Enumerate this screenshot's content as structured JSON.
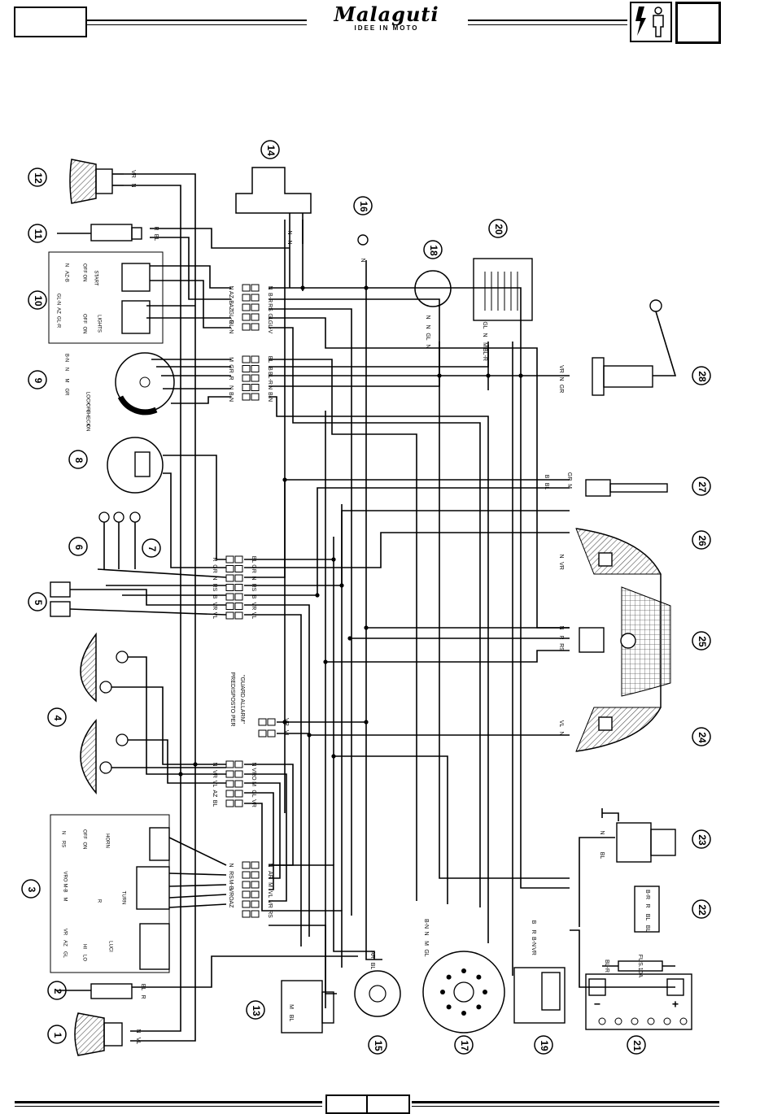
{
  "header": {
    "logo_text": "Malaguti",
    "logo_subtitle": "IDEE IN MOTO",
    "icon": "electric-man-icon"
  },
  "components": [
    {
      "num": "1"
    },
    {
      "num": "2"
    },
    {
      "num": "3"
    },
    {
      "num": "4"
    },
    {
      "num": "5"
    },
    {
      "num": "6"
    },
    {
      "num": "7"
    },
    {
      "num": "8"
    },
    {
      "num": "9"
    },
    {
      "num": "10"
    },
    {
      "num": "11"
    },
    {
      "num": "12"
    },
    {
      "num": "13"
    },
    {
      "num": "14"
    },
    {
      "num": "15"
    },
    {
      "num": "16"
    },
    {
      "num": "17"
    },
    {
      "num": "18"
    },
    {
      "num": "19"
    },
    {
      "num": "20"
    },
    {
      "num": "21"
    },
    {
      "num": "22"
    },
    {
      "num": "23"
    },
    {
      "num": "24"
    },
    {
      "num": "25"
    },
    {
      "num": "26"
    },
    {
      "num": "27"
    },
    {
      "num": "28"
    }
  ],
  "switch_tables": {
    "start": {
      "title": "START",
      "rows": [
        "OFF",
        "ON"
      ],
      "cols": [
        "N",
        "AZ-B"
      ]
    },
    "lights": {
      "title": "LIGHTS",
      "rows": [
        "OFF",
        "ON"
      ],
      "cols": [
        "GL-N",
        "AZ",
        "GL-R"
      ]
    },
    "key": {
      "rows": [
        "LOCK",
        "OFF",
        "CHECK",
        "ON"
      ],
      "cols": [
        "B-N",
        "N",
        "M",
        "GR"
      ]
    },
    "horn": {
      "title": "HORN",
      "rows": [
        "OFF",
        "ON"
      ],
      "cols": [
        "N",
        "RS"
      ]
    },
    "turn": {
      "title": "TURN",
      "rows": [
        "",
        "R"
      ],
      "cols": [
        "VRO",
        "M-B",
        "M"
      ]
    },
    "luci": {
      "title": "LUCI",
      "rows": [
        "HI",
        "LO"
      ],
      "cols": [
        "VR",
        "AZ",
        "GL"
      ]
    }
  },
  "connectors": {
    "c10": [
      "N",
      "AZ-B",
      "AZ",
      "GL-R",
      "GL-N"
    ],
    "c10_right": [
      "N",
      "B-R",
      "RS",
      "GL",
      "GL-V"
    ],
    "c9": [
      "M",
      "GR",
      "R",
      "N",
      "B-N"
    ],
    "c9_right": [
      "BL",
      "B",
      "BL-R",
      "N",
      "B-N"
    ],
    "c7": [
      "R",
      "GR",
      "N",
      "RS",
      "B",
      "VR",
      "VL"
    ],
    "c7_right": [
      "BL",
      "GR",
      "N",
      "RS",
      "B",
      "VR",
      "VL"
    ],
    "c4": [
      "N",
      "VR",
      "VL",
      "AZ",
      "BL"
    ],
    "c4_right": [
      "N",
      "VRO",
      "M",
      "GL",
      "VR"
    ],
    "c3": [
      "N",
      "RS",
      "M-B",
      "VRO",
      "AZ"
    ],
    "c3_right": [
      "N",
      "AR",
      "M",
      "VL",
      "VR",
      "RS"
    ],
    "c14": [
      "N",
      "N"
    ],
    "c18": [
      "N",
      "N",
      "GL",
      "N"
    ],
    "c20": [
      "GL",
      "N",
      "M",
      "BL-R"
    ],
    "c28": [
      "VR",
      "N",
      "GR"
    ],
    "c27": [
      "B",
      "BL",
      "GR",
      "M"
    ],
    "c26": [
      "N",
      "VR"
    ],
    "c25": [
      "N",
      "R",
      "RS"
    ],
    "c24": [
      "VL",
      "N"
    ],
    "c12": [
      "VR",
      "N"
    ],
    "c11": [
      "R",
      "BL"
    ],
    "c2": [
      "BL",
      "R"
    ],
    "c1": [
      "N",
      "VL"
    ],
    "c13": [
      "M",
      "BL"
    ],
    "c15": [
      "AR",
      "BL"
    ],
    "c17": [
      "B-N",
      "N",
      "M",
      "GL"
    ],
    "c19": [
      "B",
      "R",
      "B-N",
      "VR"
    ],
    "c22": [
      "B-R",
      "R",
      "BL",
      "BL"
    ],
    "c21": [
      "BL-R"
    ],
    "c23": [
      "N",
      "BL"
    ],
    "c16": [
      "N"
    ],
    "alarm": [
      "VR",
      "VL"
    ]
  },
  "fuse_label": "FUS.10A",
  "predisposto_label": [
    "PREDISPOSTO PER",
    "\"GUARD ALLARM\""
  ],
  "colors": {
    "wire": "#000000",
    "hatch": "#555555",
    "background": "#ffffff"
  }
}
